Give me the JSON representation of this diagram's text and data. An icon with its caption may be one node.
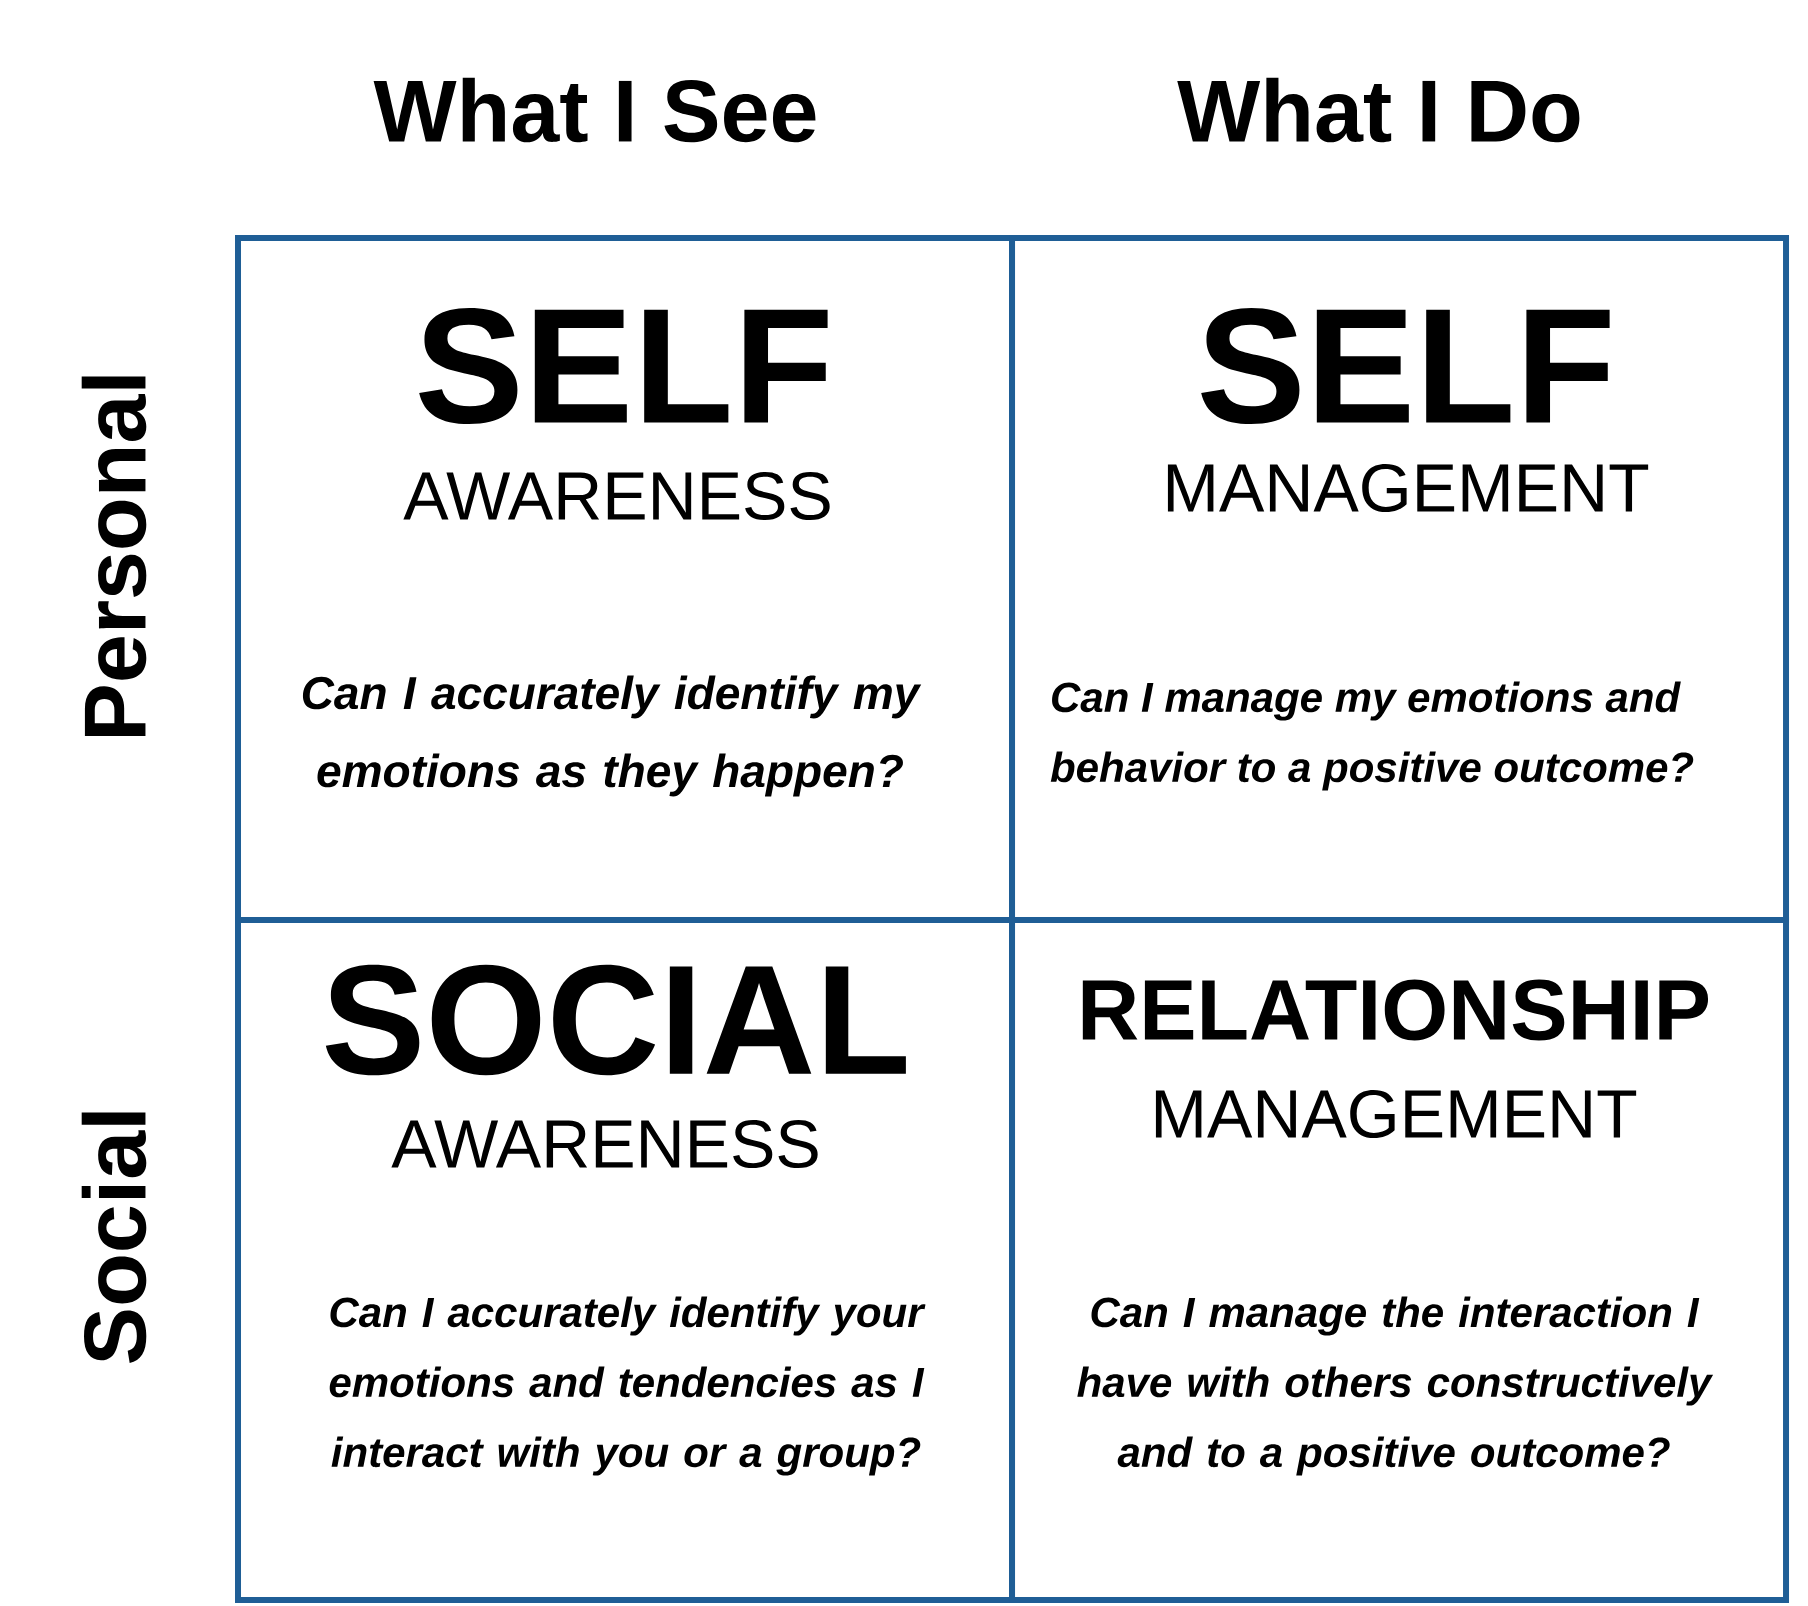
{
  "diagram": {
    "nodes": [
      {
        "text": [
          "SELF",
          "AWARENESS",
          "Can I accurately identify my emotions as they happen?"
        ]
      },
      {
        "text": [
          "SELF",
          "MANAGEMENT",
          "Can I manage my emotions and behavior to a positive outcome?"
        ]
      },
      {
        "text": [
          "SOCIAL",
          "AWARENESS",
          "Can I accurately identify your emotions and tendencies as I interact with you or a group?"
        ]
      },
      {
        "text": [
          "RELATIONSHIP",
          "MANAGEMENT",
          "Can I manage the interaction I have with others constructively and to a positive outcome?"
        ]
      }
    ],
    "labels": [
      "What I See",
      "What I Do",
      "Personal",
      "Social"
    ]
  }
}
